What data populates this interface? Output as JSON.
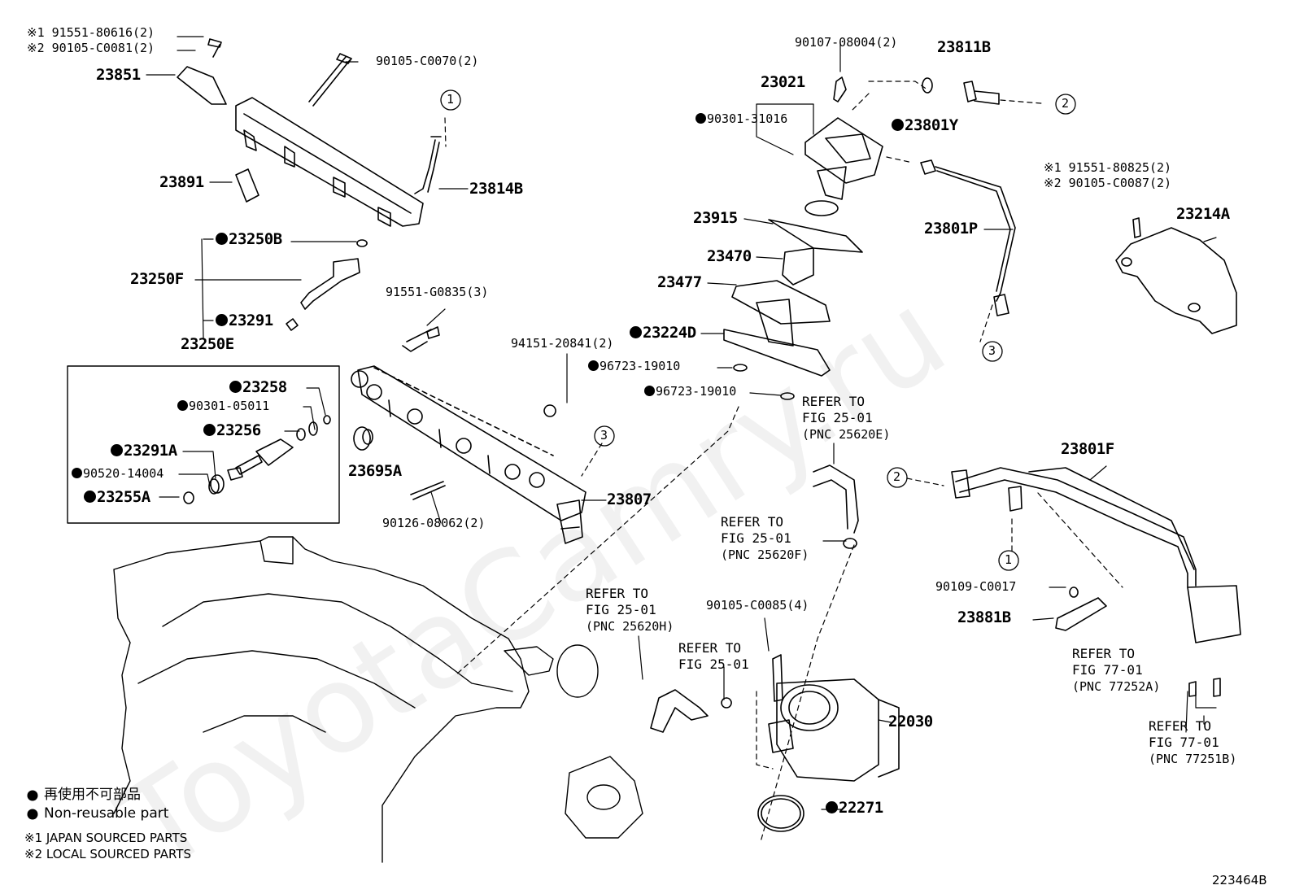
{
  "watermark": "ToyotaCamry.ru",
  "figure_id": "223464B",
  "legend": {
    "nonreusable_jp": "再使用不可部品",
    "nonreusable_en": "Non-reusable part",
    "japan_sourced": "※1  JAPAN SOURCED PARTS",
    "local_sourced": "※2  LOCAL SOURCED PARTS"
  },
  "parts": {
    "p_91551_80616": "※1 91551-80616(2)",
    "p_90105_C0081": "※2 90105-C0081(2)",
    "p_90105_C0070": "90105-C0070(2)",
    "p_23851": "23851",
    "p_23891": "23891",
    "p_23814B": "23814B",
    "p_23250B": "23250B",
    "p_23250F": "23250F",
    "p_23291": "23291",
    "p_23250E": "23250E",
    "p_23258": "23258",
    "p_90301_05011": "90301-05011",
    "p_23256": "23256",
    "p_23291A": "23291A",
    "p_90520_14004": "90520-14004",
    "p_23255A": "23255A",
    "p_91551_G0835": "91551-G0835(3)",
    "p_94151_20841": "94151-20841(2)",
    "p_23695A": "23695A",
    "p_90126_08062": "90126-08062(2)",
    "p_23807": "23807",
    "p_90107_08004": "90107-08004(2)",
    "p_23811B": "23811B",
    "p_23021": "23021",
    "p_90301_31016": "90301-31016",
    "p_23801Y": "23801Y",
    "p_23915": "23915",
    "p_23801P": "23801P",
    "p_23470": "23470",
    "p_23477": "23477",
    "p_23224D": "23224D",
    "p_96723_19010_a": "96723-19010",
    "p_96723_19010_b": "96723-19010",
    "p_91551_80825": "※1 91551-80825(2)",
    "p_90105_C0087": "※2 90105-C0087(2)",
    "p_23214A": "23214A",
    "p_23801F": "23801F",
    "p_90109_C0017": "90109-C0017",
    "p_23881B": "23881B",
    "p_90105_C0085": "90105-C0085(4)",
    "p_22030": "22030",
    "p_22271": "22271"
  },
  "refs": {
    "r1": [
      "REFER TO",
      "FIG 25-01",
      "(PNC 25620E)"
    ],
    "r2": [
      "REFER TO",
      "FIG 25-01",
      "(PNC 25620F)"
    ],
    "r3": [
      "REFER TO",
      "FIG 25-01",
      "(PNC 25620H)"
    ],
    "r4": [
      "REFER TO",
      "FIG 25-01",
      ""
    ],
    "r5": [
      "REFER TO",
      "FIG 77-01",
      "(PNC 77252A)"
    ],
    "r6": [
      "REFER TO",
      "FIG 77-01",
      "(PNC 77251B)"
    ]
  },
  "callouts": [
    "1",
    "2",
    "3"
  ]
}
